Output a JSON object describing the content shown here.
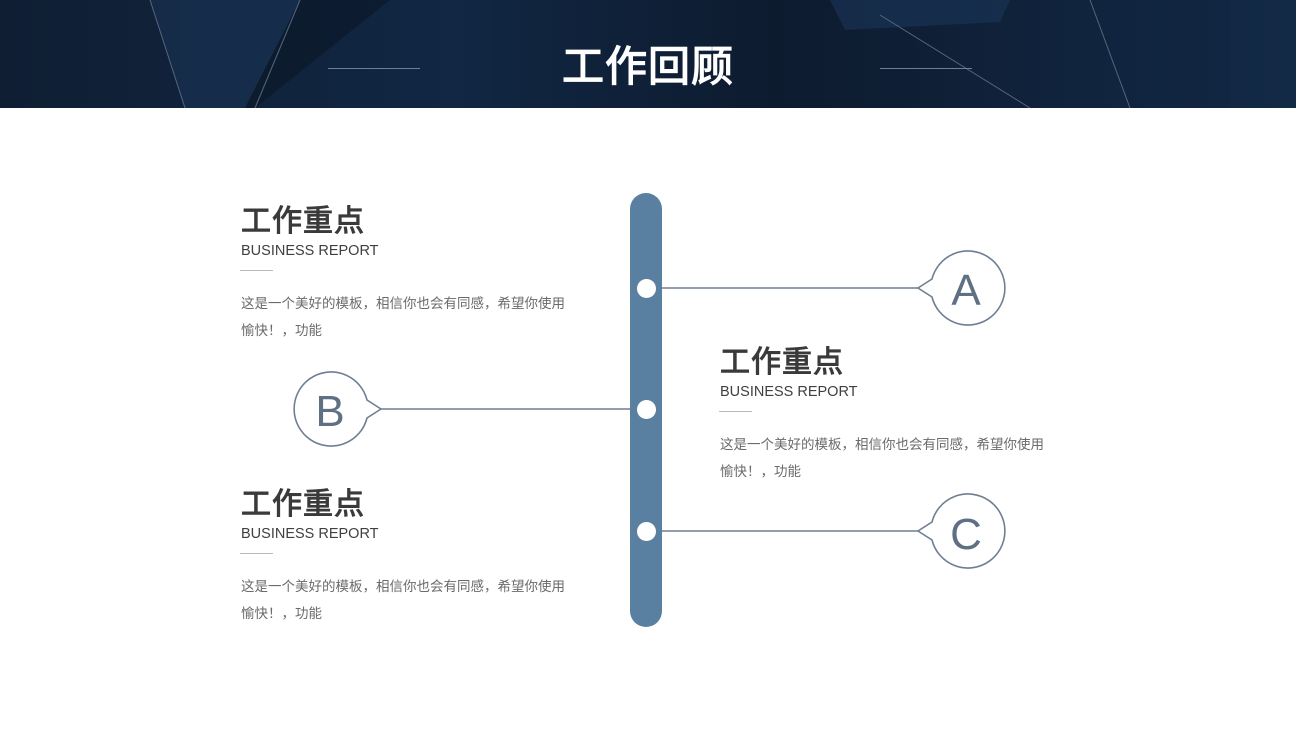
{
  "header": {
    "title": "工作回顾"
  },
  "colors": {
    "header_bg": "#112743",
    "accent": "#5a80a1",
    "connector": "#6f7f93",
    "letter": "#5f6f84",
    "title_text": "#3a3a3a",
    "body_text": "#6a6a6a"
  },
  "diagram": {
    "nodes": [
      {
        "letter": "A"
      },
      {
        "letter": "B"
      },
      {
        "letter": "C"
      }
    ],
    "blocks": [
      {
        "title": "工作重点",
        "subtitle": "BUSINESS REPORT",
        "description": "这是一个美好的模板，相信你也会有同感，希望你使用愉快！，功能"
      },
      {
        "title": "工作重点",
        "subtitle": "BUSINESS REPORT",
        "description": "这是一个美好的模板，相信你也会有同感，希望你使用愉快！，功能"
      },
      {
        "title": "工作重点",
        "subtitle": "BUSINESS REPORT",
        "description": "这是一个美好的模板，相信你也会有同感，希望你使用愉快！，功能"
      }
    ]
  }
}
